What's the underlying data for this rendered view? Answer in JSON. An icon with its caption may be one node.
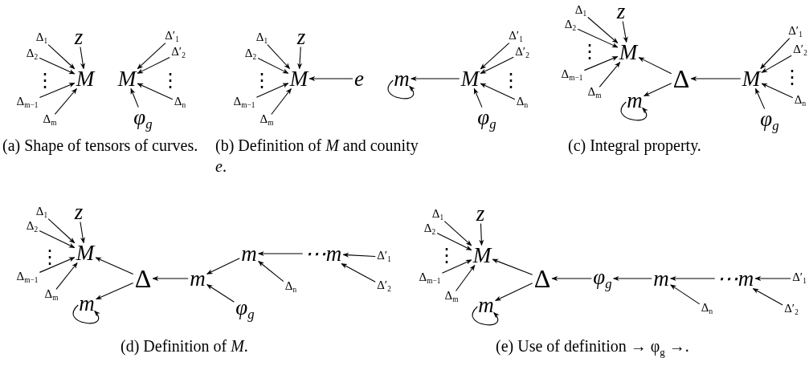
{
  "diagram": {
    "nodes": [
      {
        "text": [
          "Δ$_{1}$"
        ]
      },
      {
        "text": [
          "Δ$_{2}$"
        ]
      },
      {
        "text": [
          "Δ$_{m−1}$"
        ]
      },
      {
        "text": [
          "Δ$_{m}$"
        ]
      },
      {
        "text": [
          "z"
        ]
      },
      {
        "text": [
          "M"
        ]
      },
      {
        "text": [
          "Δ′$_{1}$"
        ]
      },
      {
        "text": [
          "Δ′$_{2}$"
        ]
      },
      {
        "text": [
          "M"
        ]
      },
      {
        "text": [
          "Δ$_{n}$"
        ]
      },
      {
        "text": [
          "φ$_{g}$"
        ]
      },
      {
        "text": [
          "Δ$_{1}$"
        ]
      },
      {
        "text": [
          "Δ$_{2}$"
        ]
      },
      {
        "text": [
          "Δ$_{m−1}$"
        ]
      },
      {
        "text": [
          "Δ$_{m}$"
        ]
      },
      {
        "text": [
          "z"
        ]
      },
      {
        "text": [
          "M"
        ]
      },
      {
        "text": [
          "e"
        ]
      },
      {
        "text": [
          "m"
        ]
      },
      {
        "text": [
          "M"
        ]
      },
      {
        "text": [
          "Δ′$_{1}$"
        ]
      },
      {
        "text": [
          "Δ′$_{2}$"
        ]
      },
      {
        "text": [
          "Δ$_{n}$"
        ]
      },
      {
        "text": [
          "φ$_{g}$"
        ]
      },
      {
        "text": [
          "Δ$_{1}$"
        ]
      },
      {
        "text": [
          "Δ$_{2}$"
        ]
      },
      {
        "text": [
          "Δ$_{m−1}$"
        ]
      },
      {
        "text": [
          "Δ$_{m}$"
        ]
      },
      {
        "text": [
          "z"
        ]
      },
      {
        "text": [
          "M"
        ]
      },
      {
        "text": [
          "m"
        ]
      },
      {
        "text": [
          "Δ"
        ]
      },
      {
        "text": [
          "M"
        ]
      },
      {
        "text": [
          "Δ′$_{1}$"
        ]
      },
      {
        "text": [
          "Δ′$_{2}$"
        ]
      },
      {
        "text": [
          "Δ$_{n}$"
        ]
      },
      {
        "text": [
          "φ$_{g}$"
        ]
      },
      {
        "text": [
          "Δ$_{1}$"
        ]
      },
      {
        "text": [
          "Δ$_{2}$"
        ]
      },
      {
        "text": [
          "Δ$_{m−1}$"
        ]
      },
      {
        "text": [
          "Δ$_{m}$"
        ]
      },
      {
        "text": [
          "z"
        ]
      },
      {
        "text": [
          "M"
        ]
      },
      {
        "text": [
          "m"
        ]
      },
      {
        "text": [
          "Δ"
        ]
      },
      {
        "text": [
          "m"
        ]
      },
      {
        "text": [
          "φ$_{g}$"
        ]
      },
      {
        "text": [
          "m"
        ]
      },
      {
        "text": [
          "Δ$_{n}$"
        ]
      },
      {
        "text": [
          "⋯m"
        ]
      },
      {
        "text": [
          "Δ′$_{1}$"
        ]
      },
      {
        "text": [
          "Δ′$_{2}$"
        ]
      },
      {
        "text": [
          "Δ$_{1}$"
        ]
      },
      {
        "text": [
          "Δ$_{2}$"
        ]
      },
      {
        "text": [
          "Δ$_{m−1}$"
        ]
      },
      {
        "text": [
          "Δ$_{m}$"
        ]
      },
      {
        "text": [
          "z"
        ]
      },
      {
        "text": [
          "M"
        ]
      },
      {
        "text": [
          "m"
        ]
      },
      {
        "text": [
          "Δ"
        ]
      },
      {
        "text": [
          "φ$_{g}$"
        ]
      },
      {
        "text": [
          "m"
        ]
      },
      {
        "text": [
          "Δ$_{n}$"
        ]
      },
      {
        "text": [
          "⋯m"
        ]
      },
      {
        "text": [
          "Δ′$_{1}$"
        ]
      },
      {
        "text": [
          "Δ′$_{2}$"
        ]
      }
    ],
    "edges": [
      {
        "from": 0,
        "to": 5,
        "arrow": "to"
      },
      {
        "from": 1,
        "to": 5,
        "arrow": "to"
      },
      {
        "from": 2,
        "to": 5,
        "arrow": "to"
      },
      {
        "from": 3,
        "to": 5,
        "arrow": "to"
      },
      {
        "from": 4,
        "to": 5,
        "arrow": "to"
      },
      {
        "from": 6,
        "to": 8,
        "arrow": "to"
      },
      {
        "from": 7,
        "to": 8,
        "arrow": "to"
      },
      {
        "from": 9,
        "to": 8,
        "arrow": "to"
      },
      {
        "from": 10,
        "to": 8,
        "arrow": "to"
      },
      {
        "from": 11,
        "to": 16,
        "arrow": "to"
      },
      {
        "from": 12,
        "to": 16,
        "arrow": "to"
      },
      {
        "from": 13,
        "to": 16,
        "arrow": "to"
      },
      {
        "from": 14,
        "to": 16,
        "arrow": "to"
      },
      {
        "from": 15,
        "to": 16,
        "arrow": "to"
      },
      {
        "from": 17,
        "to": 16,
        "arrow": "to"
      },
      {
        "from": 18,
        "to": 18,
        "arrow": "to"
      },
      {
        "from": 19,
        "to": 18,
        "arrow": "to"
      },
      {
        "from": 20,
        "to": 19,
        "arrow": "to"
      },
      {
        "from": 21,
        "to": 19,
        "arrow": "to"
      },
      {
        "from": 22,
        "to": 19,
        "arrow": "to"
      },
      {
        "from": 23,
        "to": 19,
        "arrow": "to"
      },
      {
        "from": 24,
        "to": 29,
        "arrow": "to"
      },
      {
        "from": 25,
        "to": 29,
        "arrow": "to"
      },
      {
        "from": 26,
        "to": 29,
        "arrow": "to"
      },
      {
        "from": 27,
        "to": 29,
        "arrow": "to"
      },
      {
        "from": 28,
        "to": 29,
        "arrow": "to"
      },
      {
        "from": 31,
        "to": 29,
        "arrow": "to"
      },
      {
        "from": 31,
        "to": 30,
        "arrow": "to"
      },
      {
        "from": 30,
        "to": 30,
        "arrow": "to"
      },
      {
        "from": 32,
        "to": 31,
        "arrow": "to"
      },
      {
        "from": 33,
        "to": 32,
        "arrow": "to"
      },
      {
        "from": 34,
        "to": 32,
        "arrow": "to"
      },
      {
        "from": 35,
        "to": 32,
        "arrow": "to"
      },
      {
        "from": 36,
        "to": 32,
        "arrow": "to"
      },
      {
        "from": 37,
        "to": 42,
        "arrow": "to"
      },
      {
        "from": 38,
        "to": 42,
        "arrow": "to"
      },
      {
        "from": 39,
        "to": 42,
        "arrow": "to"
      },
      {
        "from": 40,
        "to": 42,
        "arrow": "to"
      },
      {
        "from": 41,
        "to": 42,
        "arrow": "to"
      },
      {
        "from": 44,
        "to": 42,
        "arrow": "to"
      },
      {
        "from": 44,
        "to": 43,
        "arrow": "to"
      },
      {
        "from": 43,
        "to": 43,
        "arrow": "to"
      },
      {
        "from": 45,
        "to": 44,
        "arrow": "to"
      },
      {
        "from": 46,
        "to": 45,
        "arrow": "to"
      },
      {
        "from": 47,
        "to": 45,
        "arrow": "to"
      },
      {
        "from": 48,
        "to": 47,
        "arrow": "to"
      },
      {
        "from": 49,
        "to": 47,
        "arrow": "to"
      },
      {
        "from": 50,
        "to": 49,
        "arrow": "to"
      },
      {
        "from": 51,
        "to": 49,
        "arrow": "to"
      },
      {
        "from": 52,
        "to": 57,
        "arrow": "to"
      },
      {
        "from": 53,
        "to": 57,
        "arrow": "to"
      },
      {
        "from": 54,
        "to": 57,
        "arrow": "to"
      },
      {
        "from": 55,
        "to": 57,
        "arrow": "to"
      },
      {
        "from": 56,
        "to": 57,
        "arrow": "to"
      },
      {
        "from": 59,
        "to": 57,
        "arrow": "to"
      },
      {
        "from": 59,
        "to": 58,
        "arrow": "to"
      },
      {
        "from": 58,
        "to": 58,
        "arrow": "to"
      },
      {
        "from": 60,
        "to": 59,
        "arrow": "to"
      },
      {
        "from": 61,
        "to": 60,
        "arrow": "to"
      },
      {
        "from": 62,
        "to": 61,
        "arrow": "to"
      },
      {
        "from": 63,
        "to": 61,
        "arrow": "to"
      },
      {
        "from": 64,
        "to": 63,
        "arrow": "to"
      },
      {
        "from": 65,
        "to": 63,
        "arrow": "to"
      }
    ],
    "labels": [
      "⋮",
      "⋮",
      "⋮",
      "⋮",
      "⋮",
      "⋮",
      "(a) Shape of tensors of curves.",
      "(b) Definition of *M* and counity *e*.",
      "(c) Integral property.",
      "⋮",
      "⋮",
      "(d) Definition of *M*.",
      "(e) Use of definition → φ$_{g}$ →."
    ]
  }
}
